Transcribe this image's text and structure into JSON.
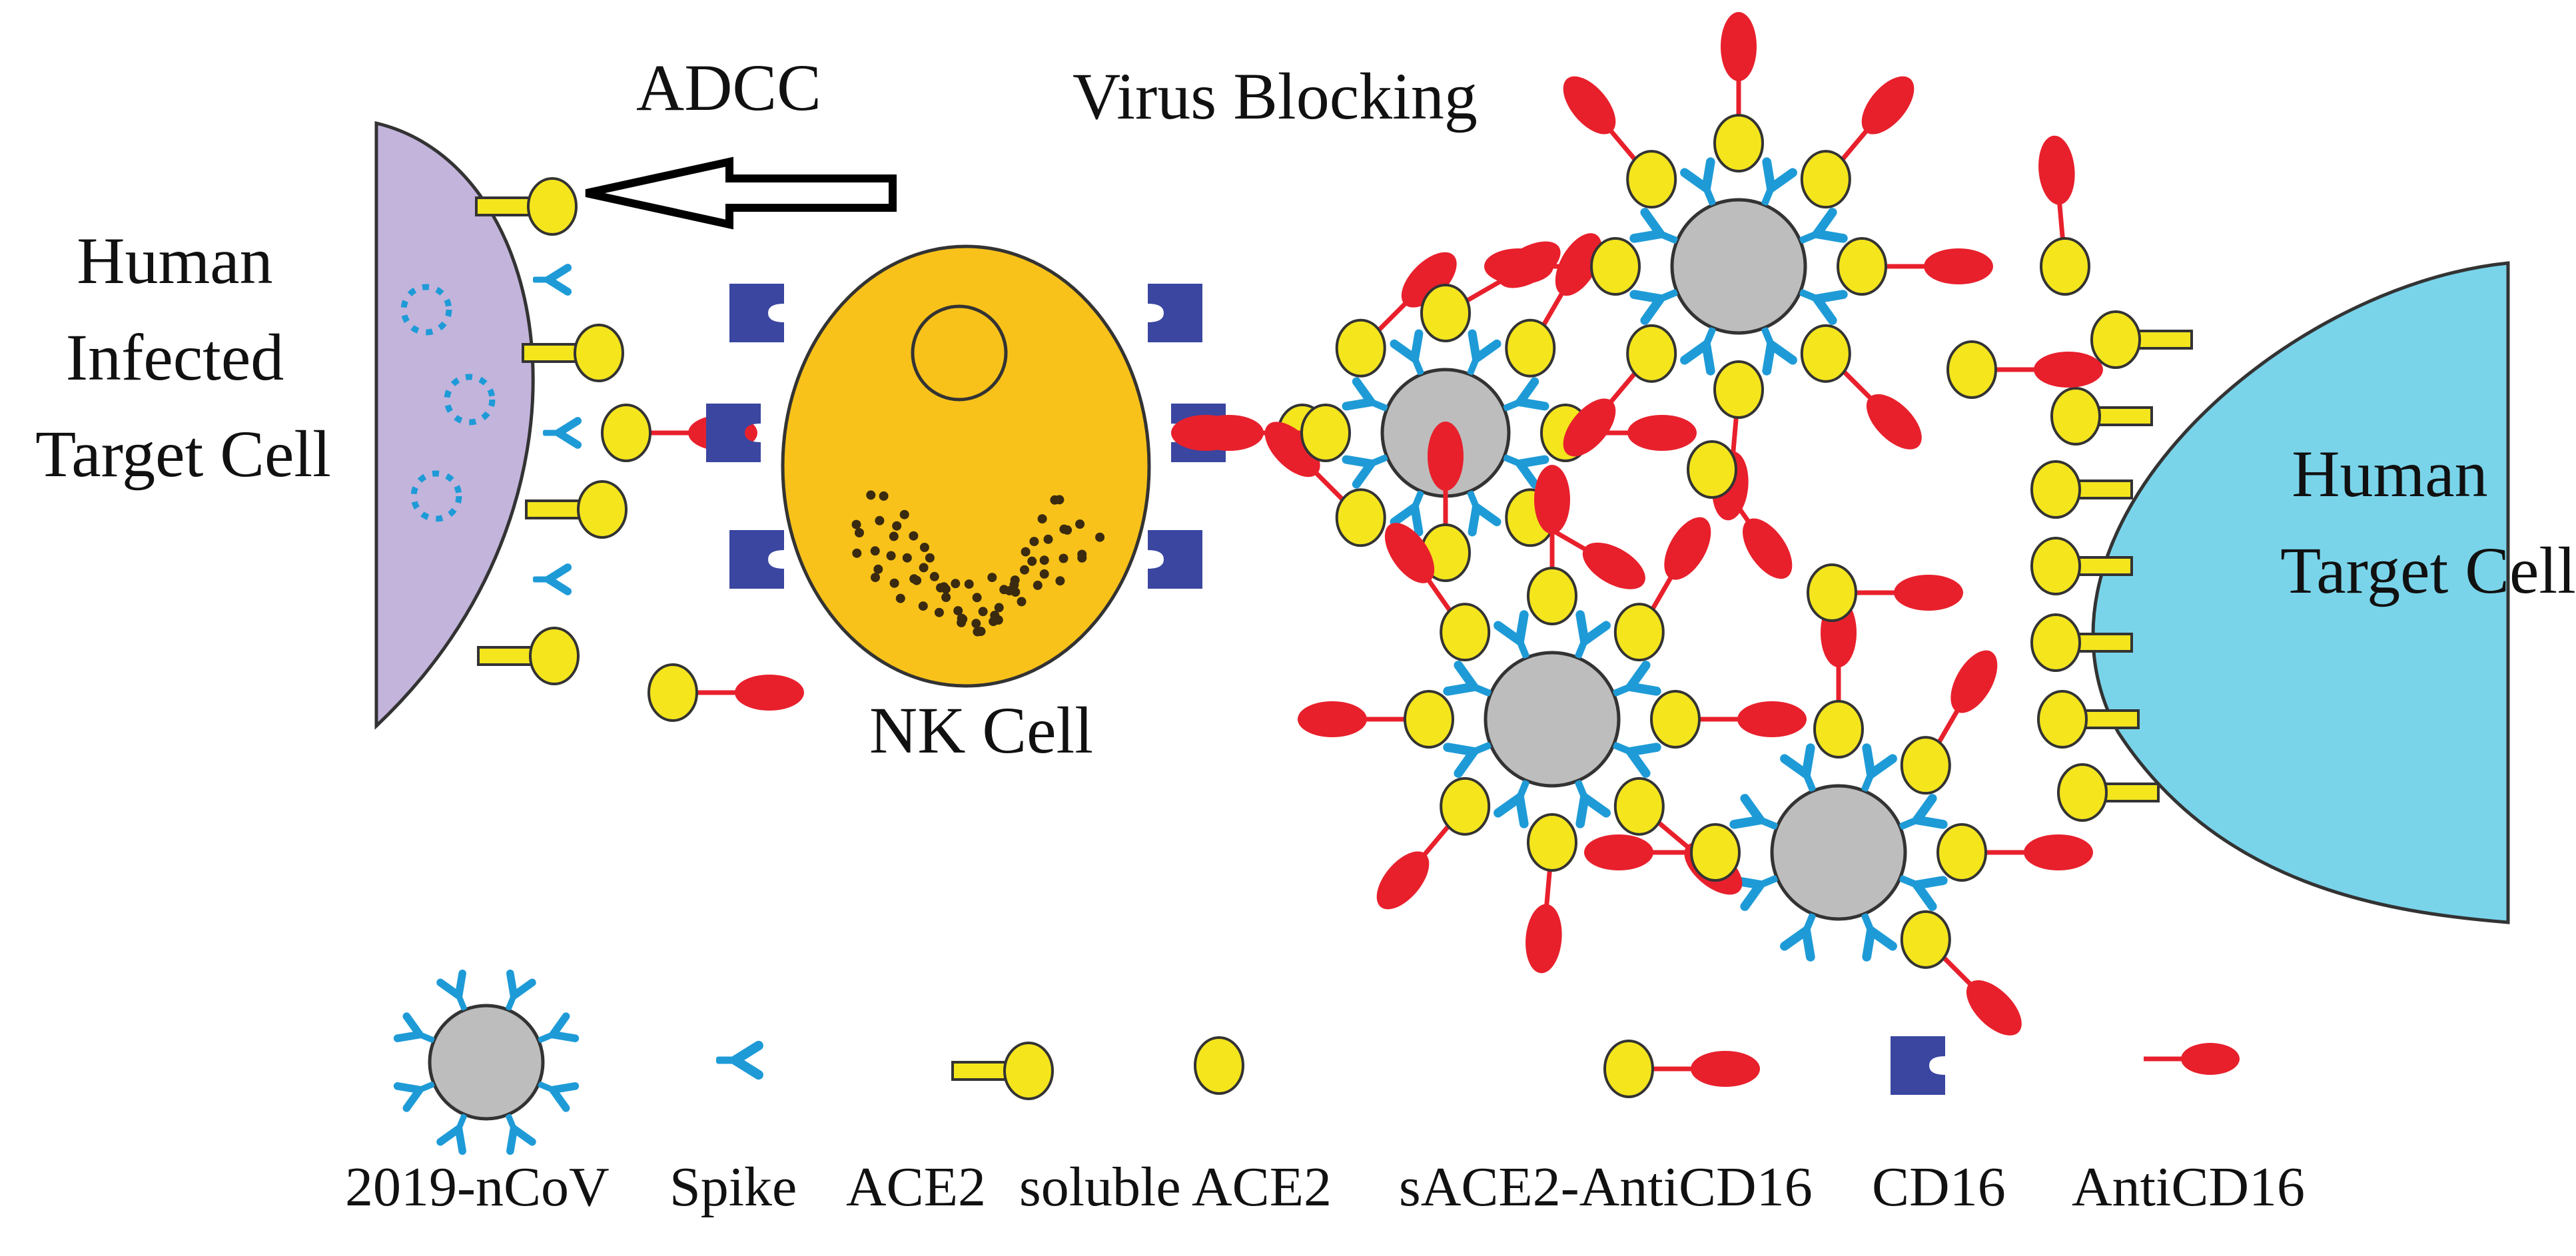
{
  "labels": {
    "adcc": "ADCC",
    "virus_blocking": "Virus Blocking",
    "infected_cell": [
      "Human",
      "Infected",
      "Target Cell"
    ],
    "target_cell": [
      "Human",
      "Target Cell"
    ],
    "nk_cell": "NK Cell"
  },
  "legend": [
    {
      "key": "virus",
      "label": "2019-nCoV"
    },
    {
      "key": "spike",
      "label": "Spike"
    },
    {
      "key": "ace2",
      "label": "ACE2"
    },
    {
      "key": "sace2",
      "label": "soluble ACE2"
    },
    {
      "key": "conj",
      "label": "sACE2-AntiCD16"
    },
    {
      "key": "cd16",
      "label": "CD16"
    },
    {
      "key": "anti",
      "label": "AntiCD16"
    }
  ],
  "colors": {
    "infected_cell": "#c3b4dc",
    "target_cell": "#79d4ea",
    "nk_cell": "#f8c21a",
    "virus": "#bdbdbd",
    "spike": "#1e9bd7",
    "ace2": "#f4e51d",
    "cd16": "#3a46a0",
    "anticd16": "#e8202c",
    "outline": "#333333"
  },
  "icons": {
    "adcc_arrow": "left-arrow-icon",
    "virus": "virus-icon",
    "spike": "spike-icon",
    "ace2": "ace2-receptor-icon",
    "sace2": "soluble-ace2-icon",
    "conj": "sace2-anticd16-conjugate-icon",
    "cd16": "cd16-receptor-icon",
    "anti": "anticd16-icon"
  }
}
